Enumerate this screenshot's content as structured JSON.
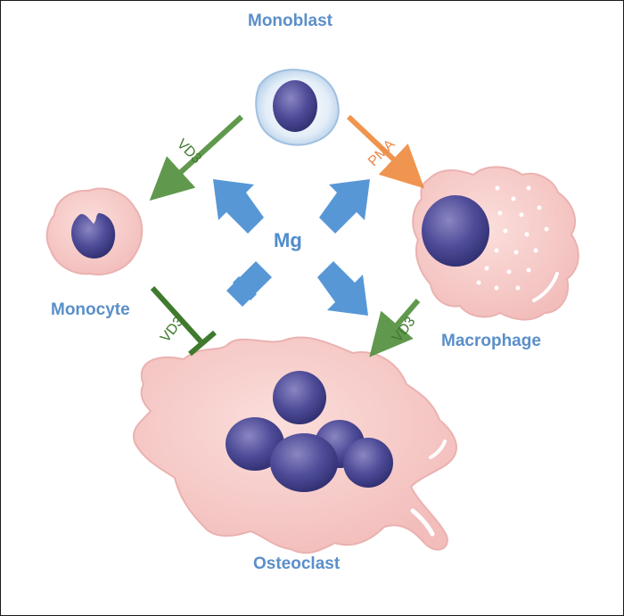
{
  "cells": {
    "monoblast": "Monoblast",
    "monocyte": "Monocyte",
    "macrophage": "Macrophage",
    "osteoclast": "Osteoclast"
  },
  "center_label": "Mg",
  "pathways": {
    "monoblast_to_monocyte": "VD3",
    "monoblast_to_macrophage": "PMA",
    "monocyte_to_osteoclast": "VD3",
    "macrophage_to_osteoclast": "VD3"
  },
  "mg_effects": {
    "toward_monocyte": "promotes",
    "toward_macrophage": "promotes",
    "toward_osteoclast_from_monocyte": "inhibits",
    "toward_osteoclast_from_macrophage": "promotes"
  },
  "colors": {
    "cell_body": "#f6c8c6",
    "nucleus": "#4a4a92",
    "label_blue": "#5b8fc9",
    "mg_arrow": "#5797d6",
    "vd3_green": "#4f8f3a",
    "pma_orange": "#ef8a3d"
  }
}
